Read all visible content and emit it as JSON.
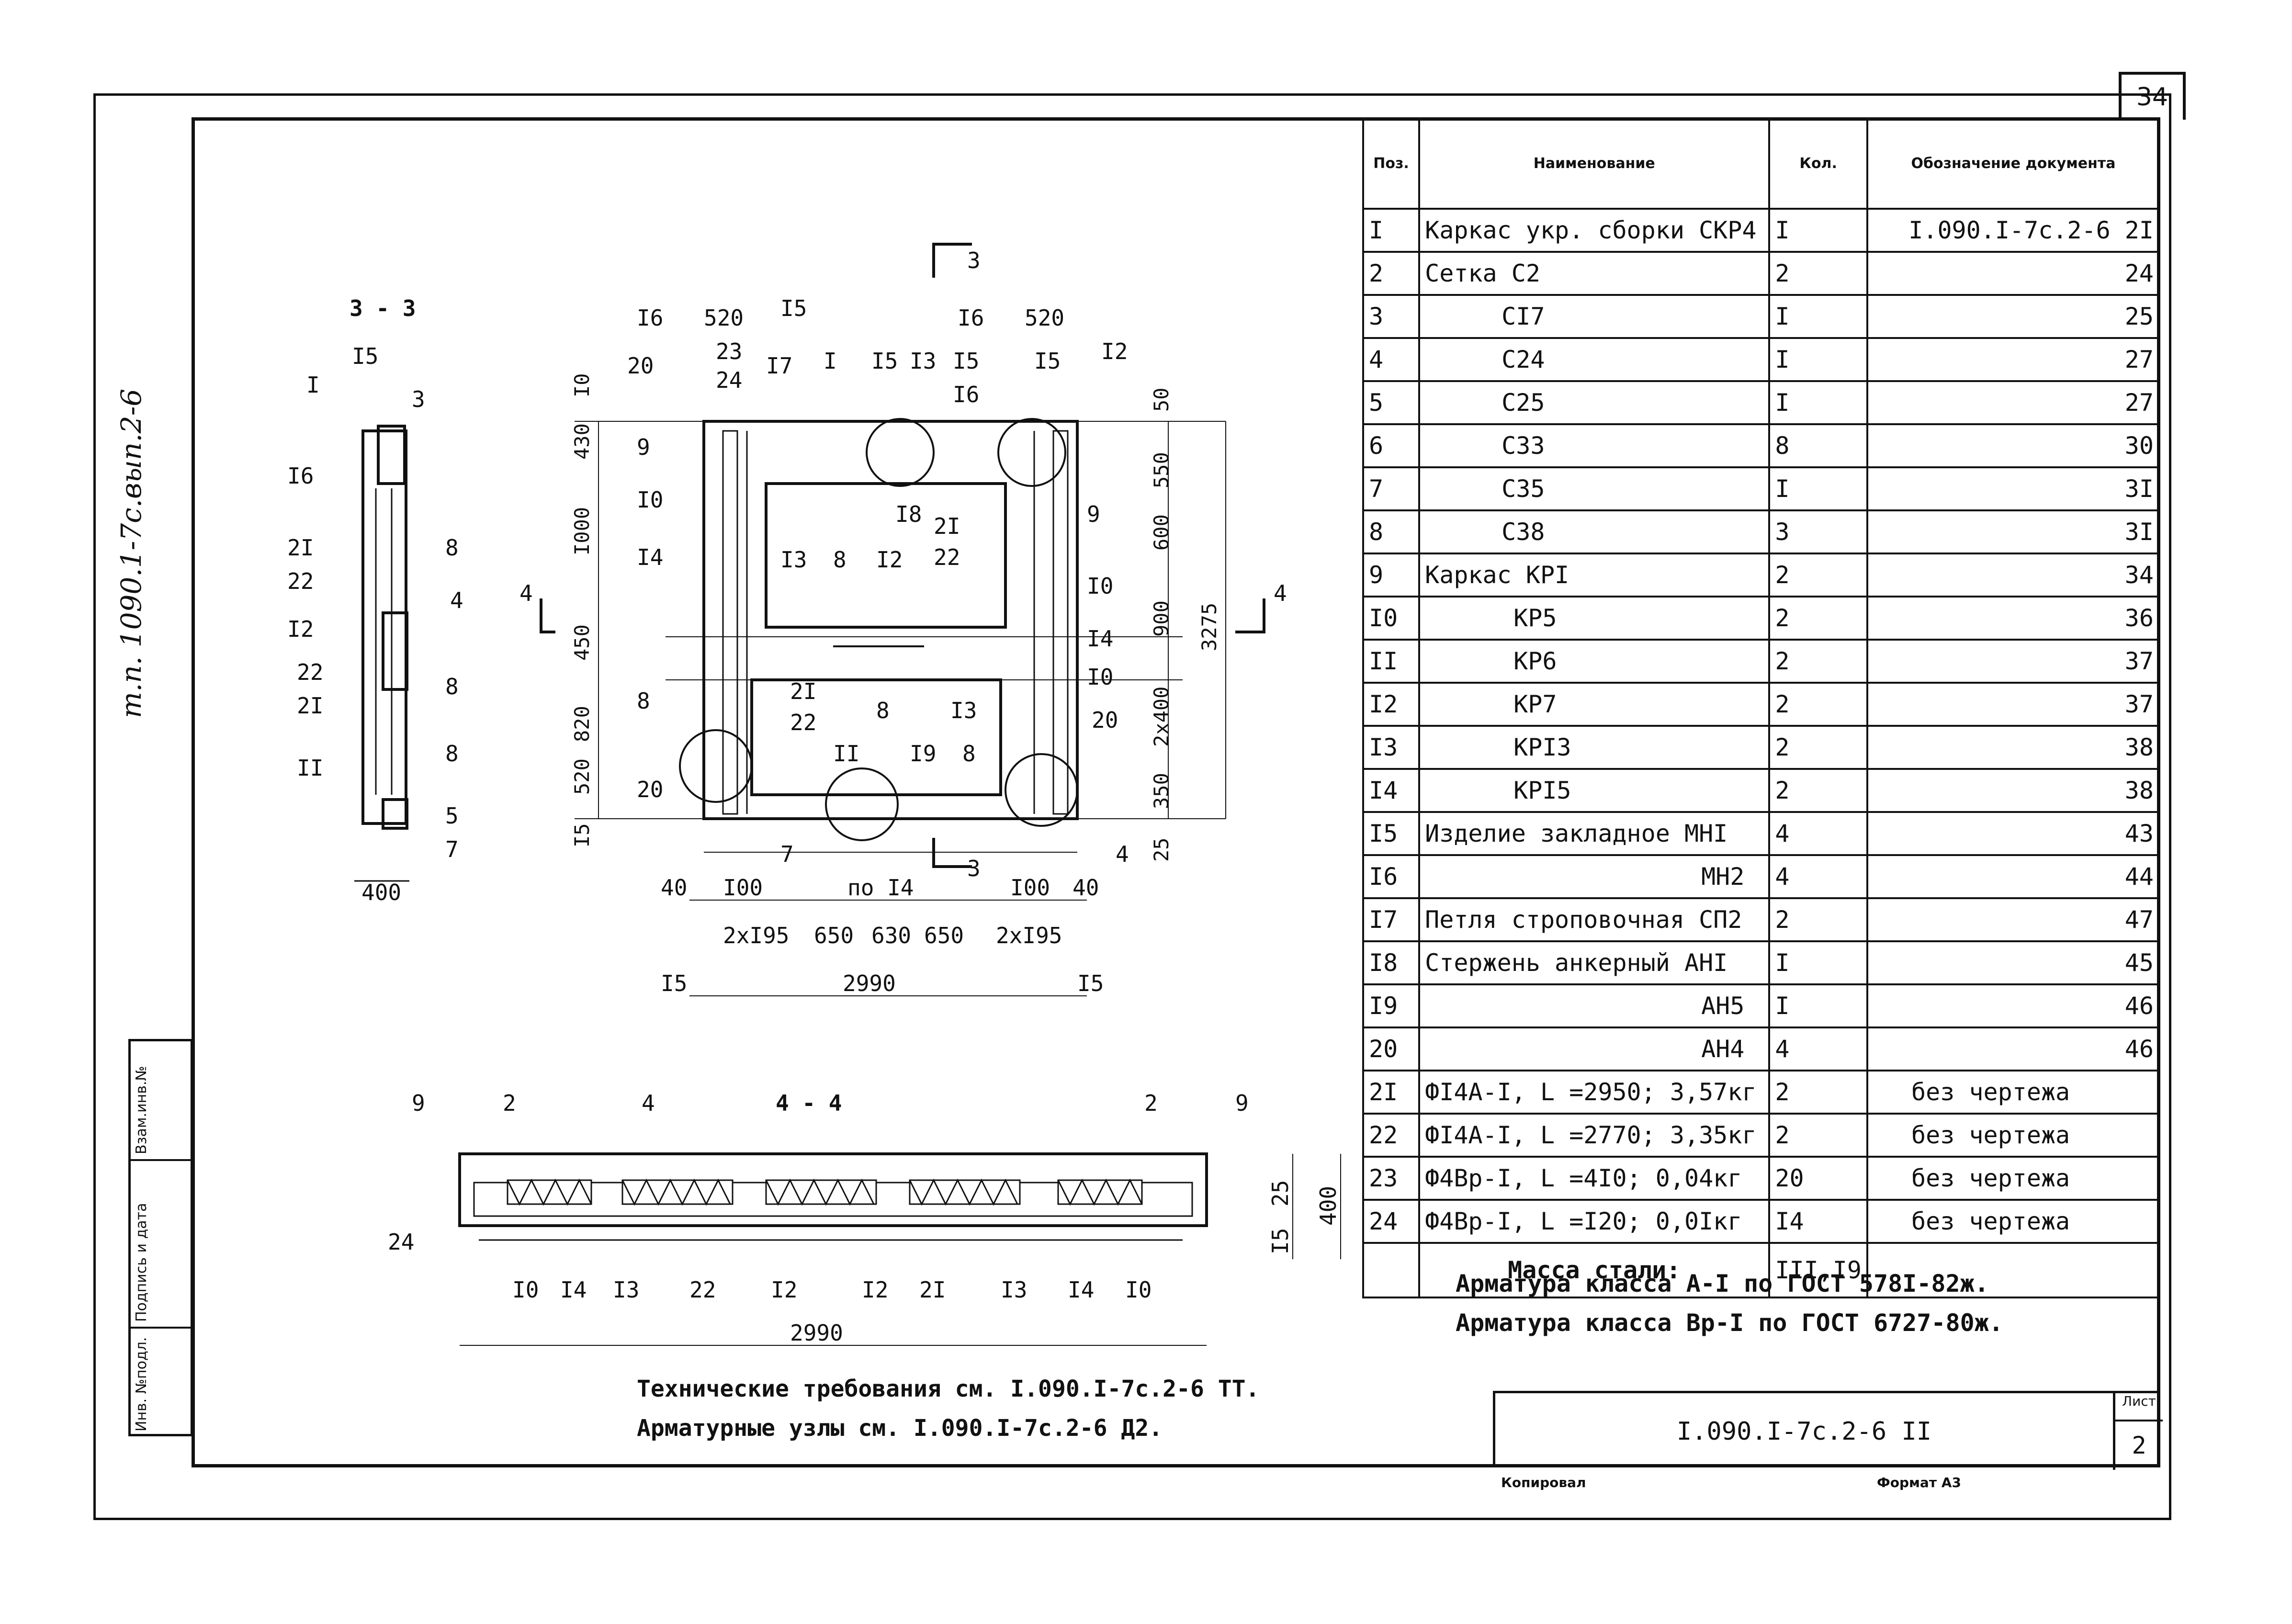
{
  "page_number": "34",
  "side_code": "т.п. 1090.1-7с.вып.2-6",
  "stamp": {
    "inv_podl": "Инв. №подл.",
    "podpis": "Подпись и дата",
    "vzam": "Взам.инв.№"
  },
  "spec": {
    "headers": {
      "pos": "Поз.",
      "name": "Наименование",
      "qty": "Кол.",
      "doc": "Обозначение документа"
    },
    "rows": [
      {
        "pos": "I",
        "name": "Каркас укр. сборки СКР4",
        "qty": "I",
        "doc": "I.090.I-7с.2-6 2I"
      },
      {
        "pos": "2",
        "name": "Сетка С2",
        "qty": "2",
        "doc": "24"
      },
      {
        "pos": "3",
        "name": "СI7",
        "qty": "I",
        "doc": "25"
      },
      {
        "pos": "4",
        "name": "С24",
        "qty": "I",
        "doc": "27"
      },
      {
        "pos": "5",
        "name": "С25",
        "qty": "I",
        "doc": "27"
      },
      {
        "pos": "6",
        "name": "С33",
        "qty": "8",
        "doc": "30"
      },
      {
        "pos": "7",
        "name": "С35",
        "qty": "I",
        "doc": "3I"
      },
      {
        "pos": "8",
        "name": "С38",
        "qty": "3",
        "doc": "3I"
      },
      {
        "pos": "9",
        "name": "Каркас КРI",
        "qty": "2",
        "doc": "34"
      },
      {
        "pos": "I0",
        "name": "КР5",
        "qty": "2",
        "doc": "36"
      },
      {
        "pos": "II",
        "name": "КР6",
        "qty": "2",
        "doc": "37"
      },
      {
        "pos": "I2",
        "name": "КР7",
        "qty": "2",
        "doc": "37"
      },
      {
        "pos": "I3",
        "name": "КРI3",
        "qty": "2",
        "doc": "38"
      },
      {
        "pos": "I4",
        "name": "КРI5",
        "qty": "2",
        "doc": "38"
      },
      {
        "pos": "I5",
        "name": "Изделие закладное МНI",
        "qty": "4",
        "doc": "43"
      },
      {
        "pos": "I6",
        "name": "МН2",
        "qty": "4",
        "doc": "44"
      },
      {
        "pos": "I7",
        "name": "Петля строповочная СП2",
        "qty": "2",
        "doc": "47"
      },
      {
        "pos": "I8",
        "name": "Стержень анкерный АНI",
        "qty": "I",
        "doc": "45"
      },
      {
        "pos": "I9",
        "name": "АН5",
        "qty": "I",
        "doc": "46"
      },
      {
        "pos": "20",
        "name": "АН4",
        "qty": "4",
        "doc": "46"
      },
      {
        "pos": "2I",
        "name": "ФI4А-I, L =2950; 3,57кг",
        "qty": "2",
        "doc": "без чертежа"
      },
      {
        "pos": "22",
        "name": "ФI4А-I, L =2770; 3,35кг",
        "qty": "2",
        "doc": "без чертежа"
      },
      {
        "pos": "23",
        "name": "Ф4Вр-I, L =4I0; 0,04кг",
        "qty": "20",
        "doc": "без чертежа"
      },
      {
        "pos": "24",
        "name": "Ф4Вр-I, L =I20; 0,0Iкг",
        "qty": "I4",
        "doc": "без чертежа"
      }
    ],
    "mass_label": "Масса стали:",
    "mass_value": "III,I9"
  },
  "notes": {
    "line1": "Арматура класса А-I по ГОСТ 578I-82ж.",
    "line2": "Арматура класса Вр-I по ГОСТ 6727-80ж."
  },
  "tech": {
    "line1": "Технические требования см. I.090.I-7с.2-6 ТТ.",
    "line2": "Арматурные узлы см. I.090.I-7с.2-6 Д2."
  },
  "title_block": {
    "code": "I.090.I-7с.2-6 II",
    "list_label": "Лист",
    "list_value": "2",
    "copied": "Копировал",
    "format": "Формат А3"
  },
  "views": {
    "section33": "3 - 3",
    "section44": "4 - 4",
    "cut3": "3",
    "cut4": "4"
  },
  "callouts_33": [
    "I5",
    "I",
    "3",
    "I6",
    "2I",
    "8",
    "22",
    "4",
    "I2",
    "22",
    "8",
    "2I",
    "II",
    "8",
    "5",
    "7",
    "400"
  ],
  "plan_labels": {
    "top": [
      "I6",
      "520",
      "I5",
      "23",
      "24",
      "I7",
      "I",
      "I5",
      "I3",
      "I5",
      "I6",
      "I6",
      "520",
      "I5",
      "I2",
      "20",
      "9",
      "I0",
      "I4",
      "9",
      "I0",
      "I4",
      "I8",
      "2I",
      "22",
      "I3",
      "8",
      "I2",
      "2I",
      "22",
      "8",
      "I3",
      "20",
      "8",
      "20",
      "II",
      "I9",
      "8",
      "7",
      "4",
      "I0"
    ],
    "dims_left": [
      "I0",
      "430",
      "I000",
      "450",
      "820",
      "520",
      "I5"
    ],
    "dims_right": [
      "50",
      "550",
      "600",
      "900",
      "2х400",
      "350",
      "25",
      "3275"
    ],
    "dims_bottom1": [
      "40",
      "I00",
      "по I4",
      "I00",
      "40"
    ],
    "dims_bottom2": [
      "2хI95",
      "650",
      "630",
      "650",
      "2хI95"
    ],
    "dims_bottom3": [
      "I5",
      "2990",
      "I5"
    ]
  },
  "section44_labels": {
    "top": [
      "9",
      "2",
      "4",
      "2",
      "9"
    ],
    "bottom": [
      "24",
      "I0",
      "I4",
      "I3",
      "22",
      "I2",
      "I2",
      "2I",
      "I3",
      "I4",
      "I0"
    ],
    "dims": [
      "25",
      "I5",
      "400",
      "2990"
    ]
  }
}
